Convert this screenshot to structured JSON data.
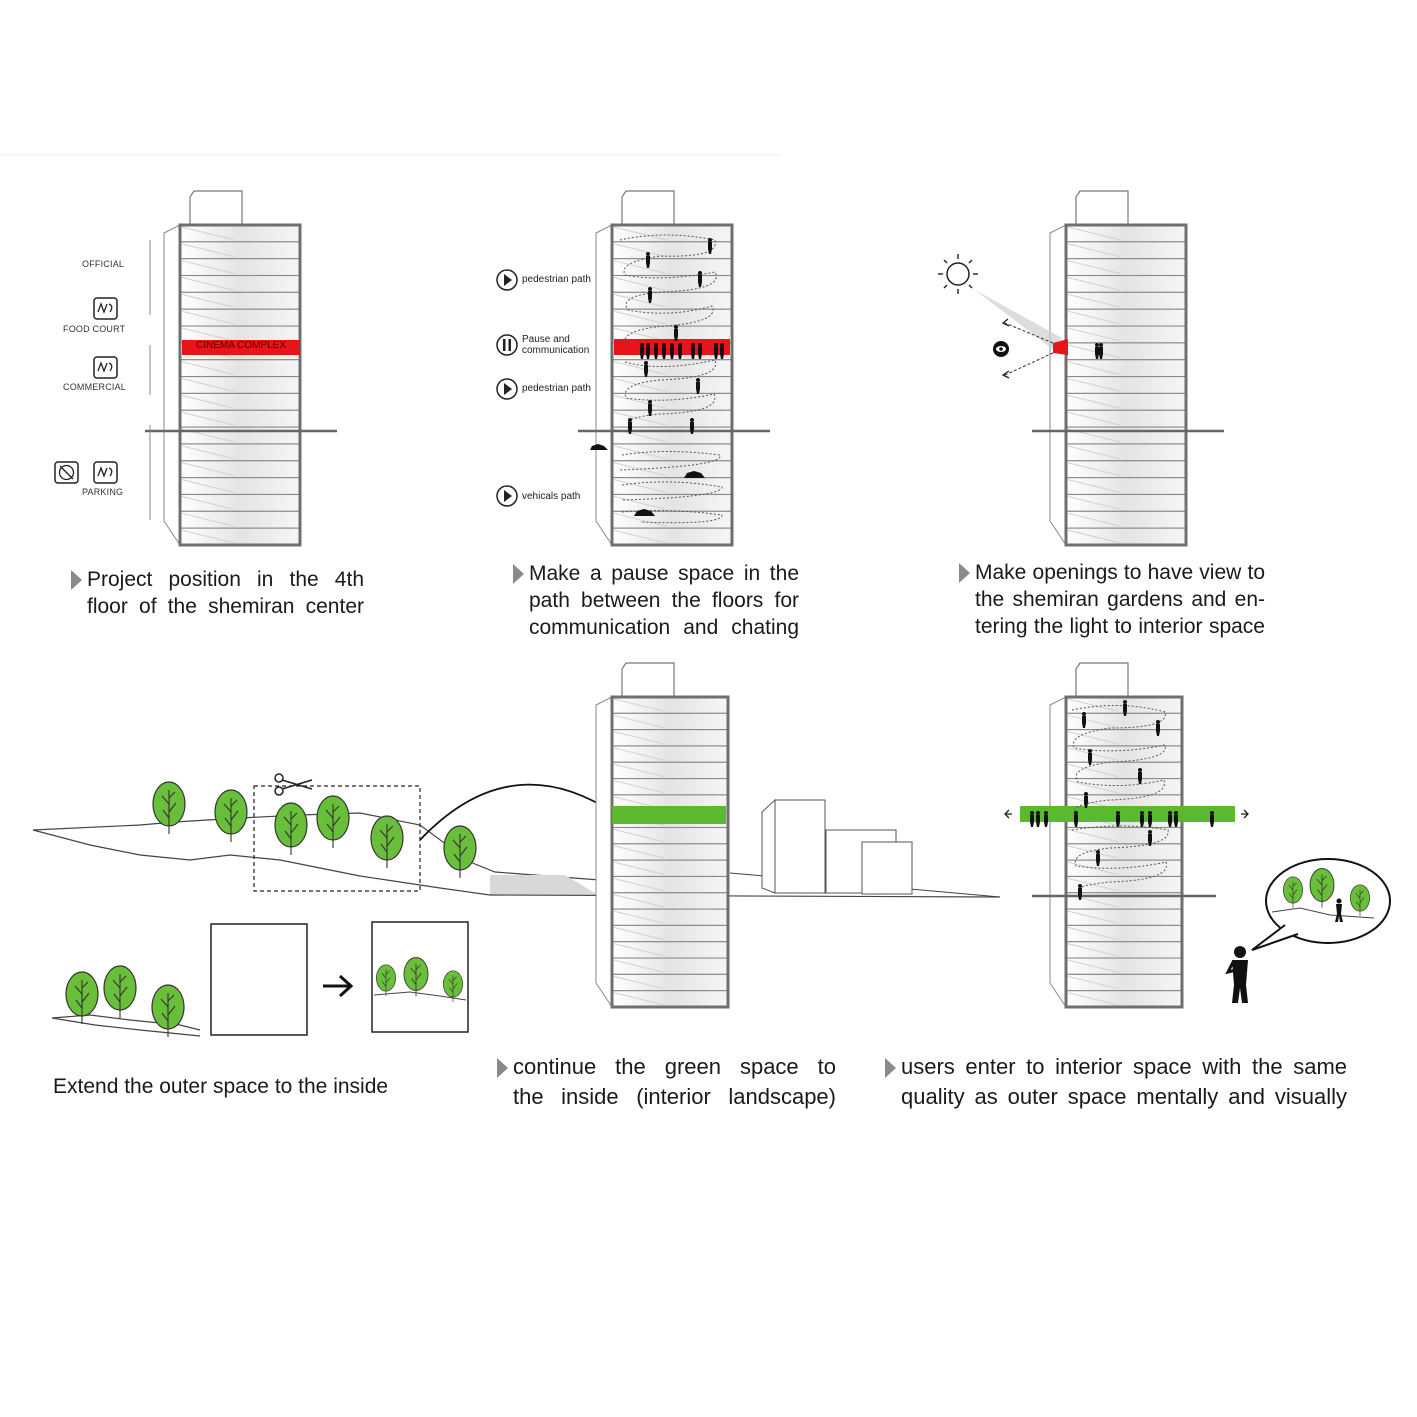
{
  "panel1": {
    "labels": {
      "official": "OFFICIAL",
      "food_court": "FOOD COURT",
      "commercial": "COMMERCIAL",
      "parking": "PARKING",
      "band": "CINEMA COMPLEX"
    },
    "caption": [
      "Project  position  in  the  4th",
      "floor  of  the  shemiran  center"
    ]
  },
  "panel2": {
    "legend": {
      "pedestrian_1": "pedestrian path",
      "pause_line1": "Pause and",
      "pause_line2": "communication",
      "pedestrian_2": "pedestrian path",
      "vehicle": "vehicals path"
    },
    "caption": [
      "Make  a  pause  space  in  the",
      "path  between  the  floors  for",
      "communication and chating"
    ]
  },
  "panel3": {
    "caption": [
      "Make openings to have view to",
      "the shemiran gardens and en-",
      "tering the light to interior space"
    ]
  },
  "panel4": {
    "caption": "Extend the outer space to the inside"
  },
  "panel5": {
    "caption": [
      "continue  the  green  space  to",
      "the inside (interior landscape)"
    ]
  },
  "panel6": {
    "caption": [
      "users enter to interior space with the same",
      "quality as outer space mentally and visually"
    ]
  },
  "colors": {
    "red_band": "#e8141a",
    "green_band": "#5cb82e",
    "tree_fill": "#6abf3a",
    "building_line": "#777777"
  }
}
